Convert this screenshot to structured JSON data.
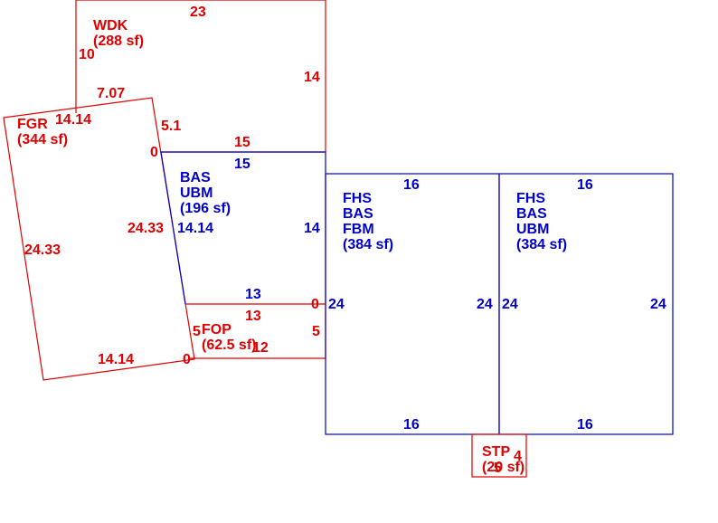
{
  "colors": {
    "exterior": "#e00000",
    "interior": "#0000cc"
  },
  "areas": {
    "wdk": {
      "code": "WDK",
      "area": "(288 sf)"
    },
    "fgr": {
      "code": "FGR",
      "area": "(344 sf)"
    },
    "bas_ubm": {
      "code1": "BAS",
      "code2": "UBM",
      "area": "(196 sf)"
    },
    "fhs_bas_fbm": {
      "code1": "FHS",
      "code2": "BAS",
      "code3": "FBM",
      "area": "(384 sf)"
    },
    "fhs_bas_ubm": {
      "code1": "FHS",
      "code2": "BAS",
      "code3": "UBM",
      "area": "(384 sf)"
    },
    "fop": {
      "code": "FOP",
      "area": "(62.5 sf)"
    },
    "stp": {
      "code": "STP",
      "area": "(20 sf)"
    }
  },
  "dimensions": {
    "wdk_top": "23",
    "wdk_left": "10",
    "wdk_right": "14",
    "wdk_diag": "7.07",
    "wdk_bottom": "15",
    "wdk_small": "5.1",
    "fgr_top": "14.14",
    "fgr_left": "24.33",
    "fgr_right": "24.33",
    "fgr_bottom": "14.14",
    "fgr_zero_top": "0",
    "fgr_zero_bottom": "0",
    "bas_top": "15",
    "bas_left": "14.14",
    "bas_right": "14",
    "bas_bottom": "13",
    "fop_top": "13",
    "fop_left": "5",
    "fop_right": "5",
    "fop_bottom": "12",
    "fop_zero": "0",
    "fhs1_top": "16",
    "fhs1_left": "24",
    "fhs1_right": "24",
    "fhs1_bottom": "16",
    "fhs2_top": "16",
    "fhs2_left": "24",
    "fhs2_right": "24",
    "fhs2_bottom": "16",
    "stp_side": "4",
    "stp_bottom": "5"
  }
}
